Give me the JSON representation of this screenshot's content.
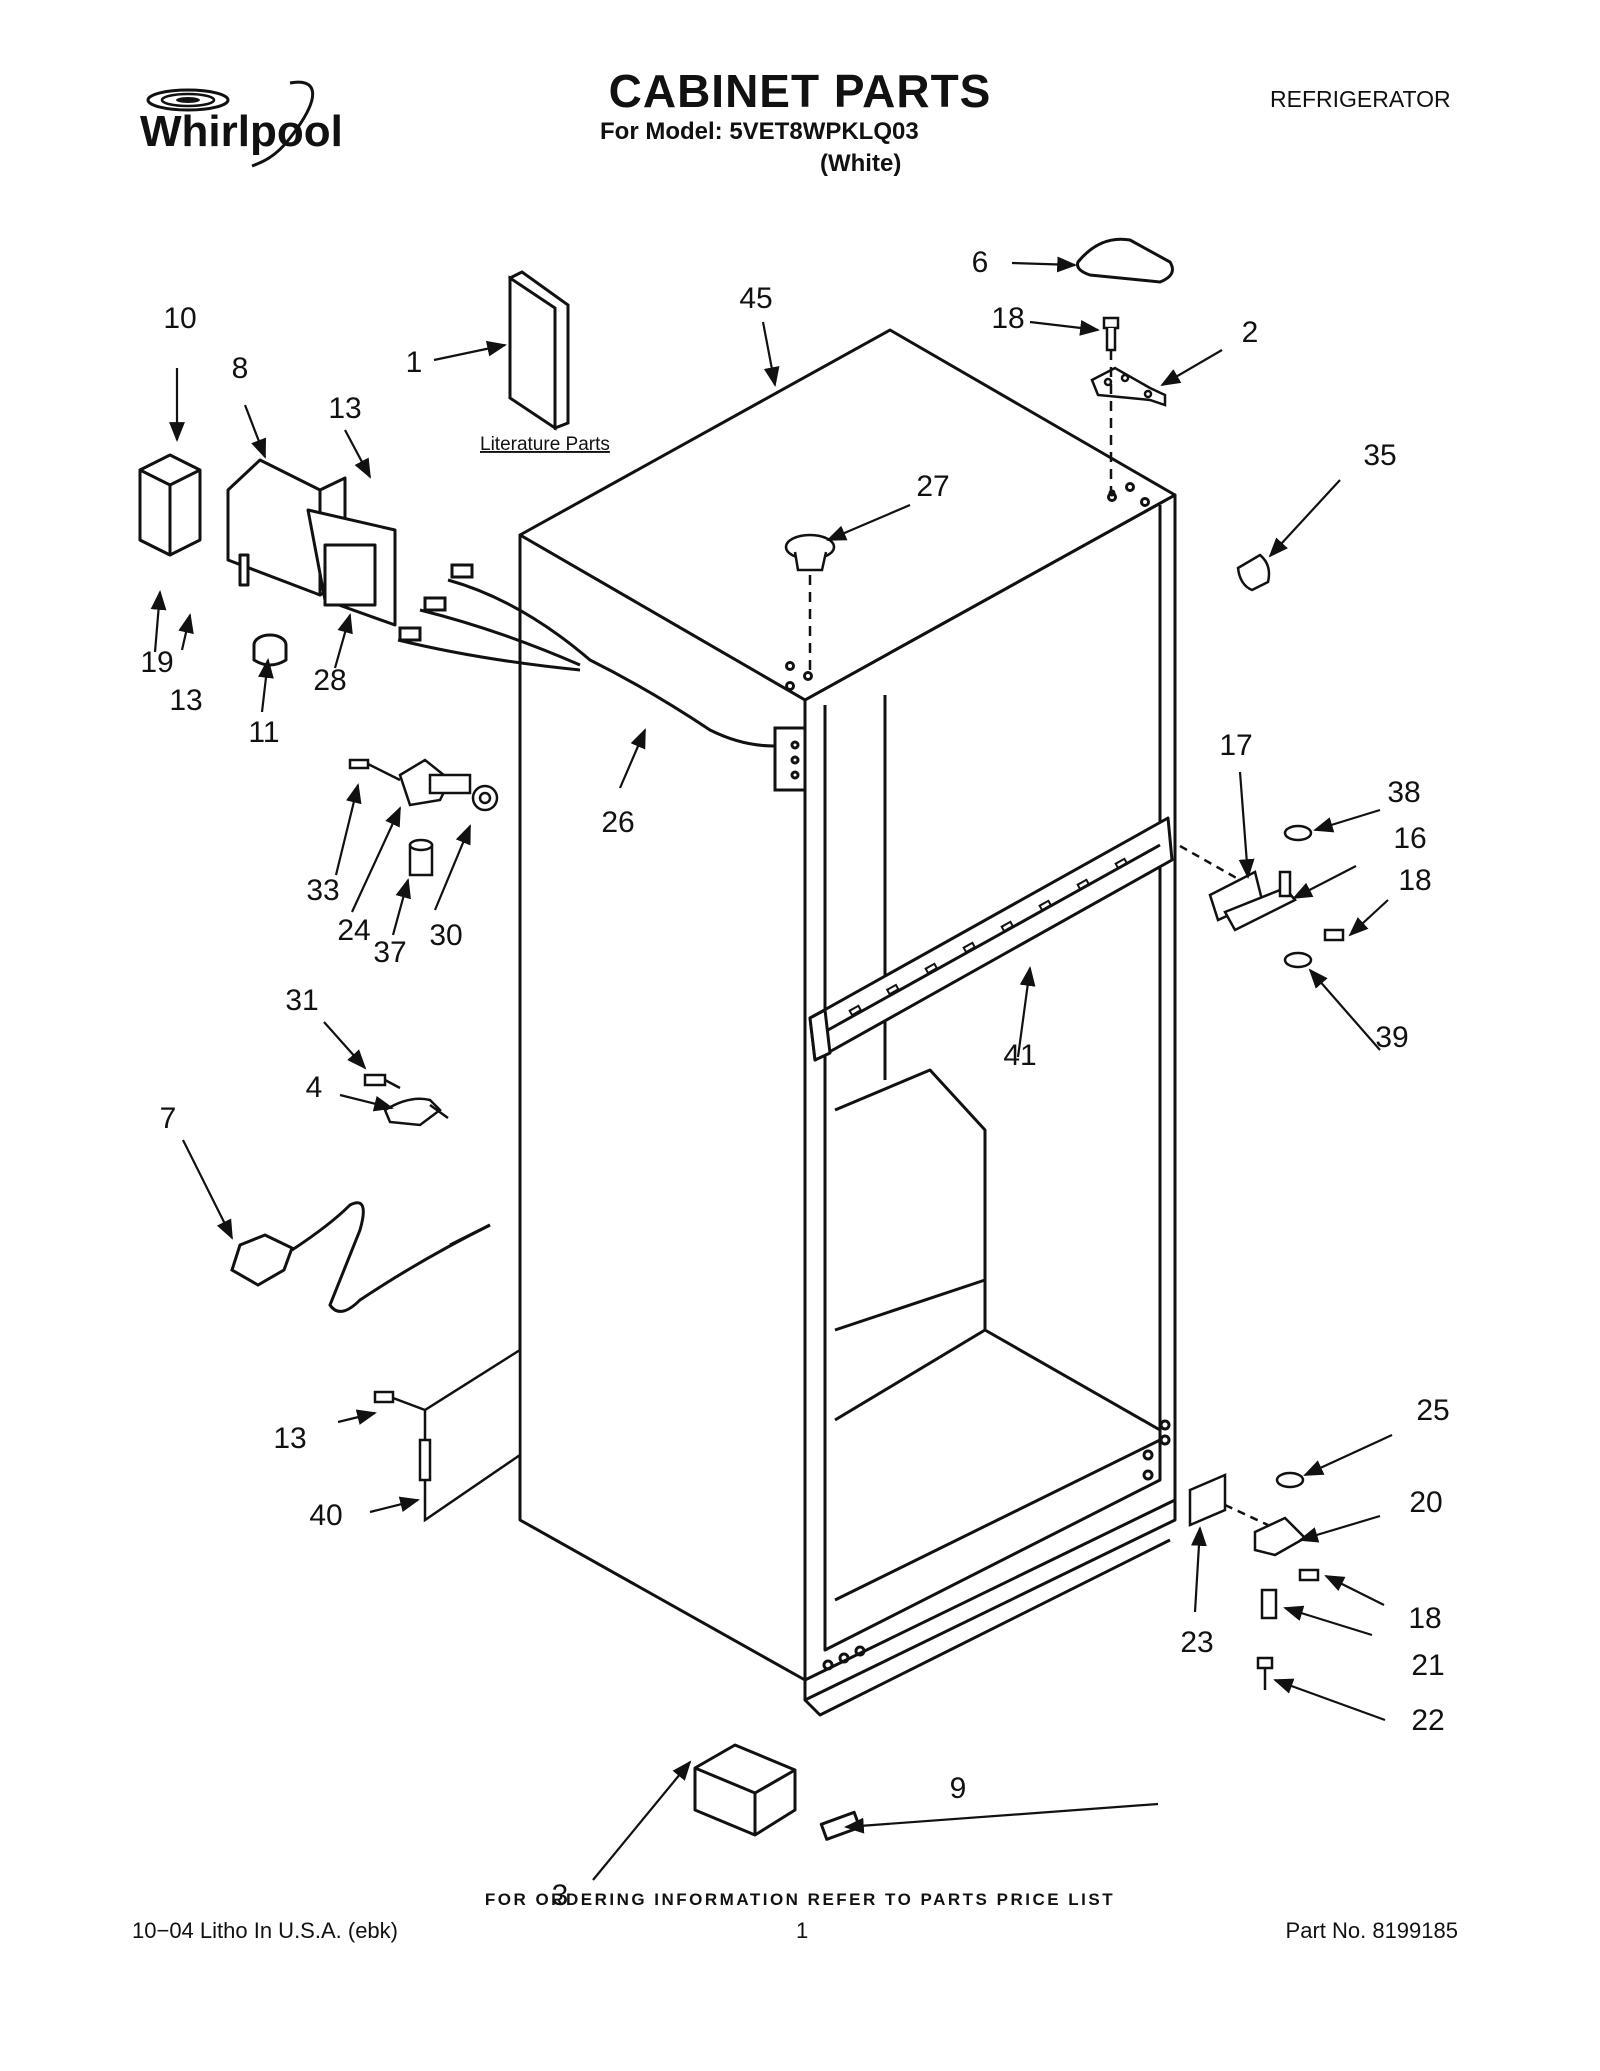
{
  "header": {
    "brand": "Whirlpool",
    "title": "CABINET PARTS",
    "model_line": "For Model: 5VET8WPKLQ03",
    "color": "(White)",
    "product": "REFRIGERATOR"
  },
  "diagram": {
    "literature_label": "Literature Parts",
    "callouts": [
      "1",
      "2",
      "3",
      "4",
      "6",
      "7",
      "8",
      "9",
      "10",
      "11",
      "13",
      "13",
      "13",
      "16",
      "17",
      "18",
      "18",
      "18",
      "19",
      "20",
      "21",
      "22",
      "23",
      "24",
      "25",
      "26",
      "27",
      "28",
      "30",
      "31",
      "33",
      "35",
      "37",
      "38",
      "39",
      "40",
      "41",
      "45"
    ]
  },
  "footer": {
    "ordering_note": "FOR ORDERING INFORMATION REFER TO PARTS PRICE LIST",
    "litho": "10−04 Litho In U.S.A. (ebk)",
    "page": "1",
    "part_no": "Part No. 8199185"
  }
}
